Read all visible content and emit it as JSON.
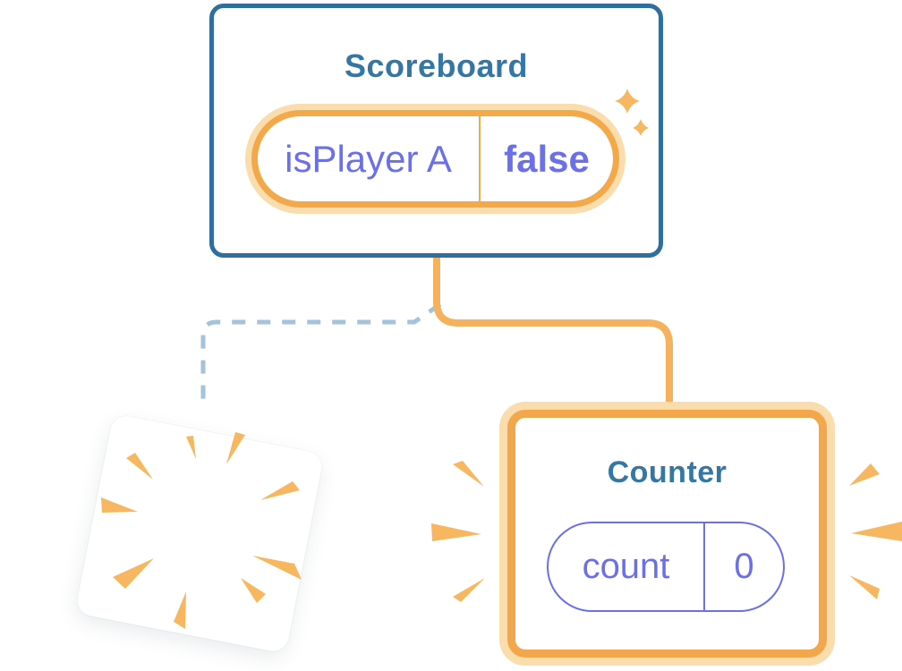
{
  "diagram": {
    "description": "React component tree state diagram: Scoreboard keeps its state while a child component is removed (poof) and a new Counter is mounted",
    "connections": [
      {
        "from": "Scoreboard",
        "to": "Counter",
        "style": "solid",
        "color": "#F5B15D"
      },
      {
        "from": "Scoreboard",
        "to": "removed-component",
        "style": "dashed",
        "color": "#A3C2DB"
      }
    ]
  },
  "scoreboard": {
    "title": "Scoreboard",
    "state": {
      "key": "isPlayer A",
      "value": "false"
    }
  },
  "counter": {
    "title": "Counter",
    "state": {
      "key": "count",
      "value": "0"
    }
  },
  "removed_component": {
    "label": "",
    "effect": "poof-burst"
  },
  "icons": {
    "sparkles": "sparkle-icon",
    "poof": "poof-burst-icon",
    "emphasis_left": "emphasis-rays-icon",
    "emphasis_right": "emphasis-rays-icon"
  },
  "palette": {
    "card_border_blue": "#2E6F9D",
    "title_blue": "#3577A4",
    "state_purple": "#6B6FE8",
    "orange_solid": "#F3A84A",
    "orange_ring_light": "#FBDDAD",
    "orange_connector": "#F5B15D",
    "orange_rays": "#F7B760",
    "dashed_line_blue": "#A3C2DB",
    "card_background": "#FFFFFF"
  }
}
